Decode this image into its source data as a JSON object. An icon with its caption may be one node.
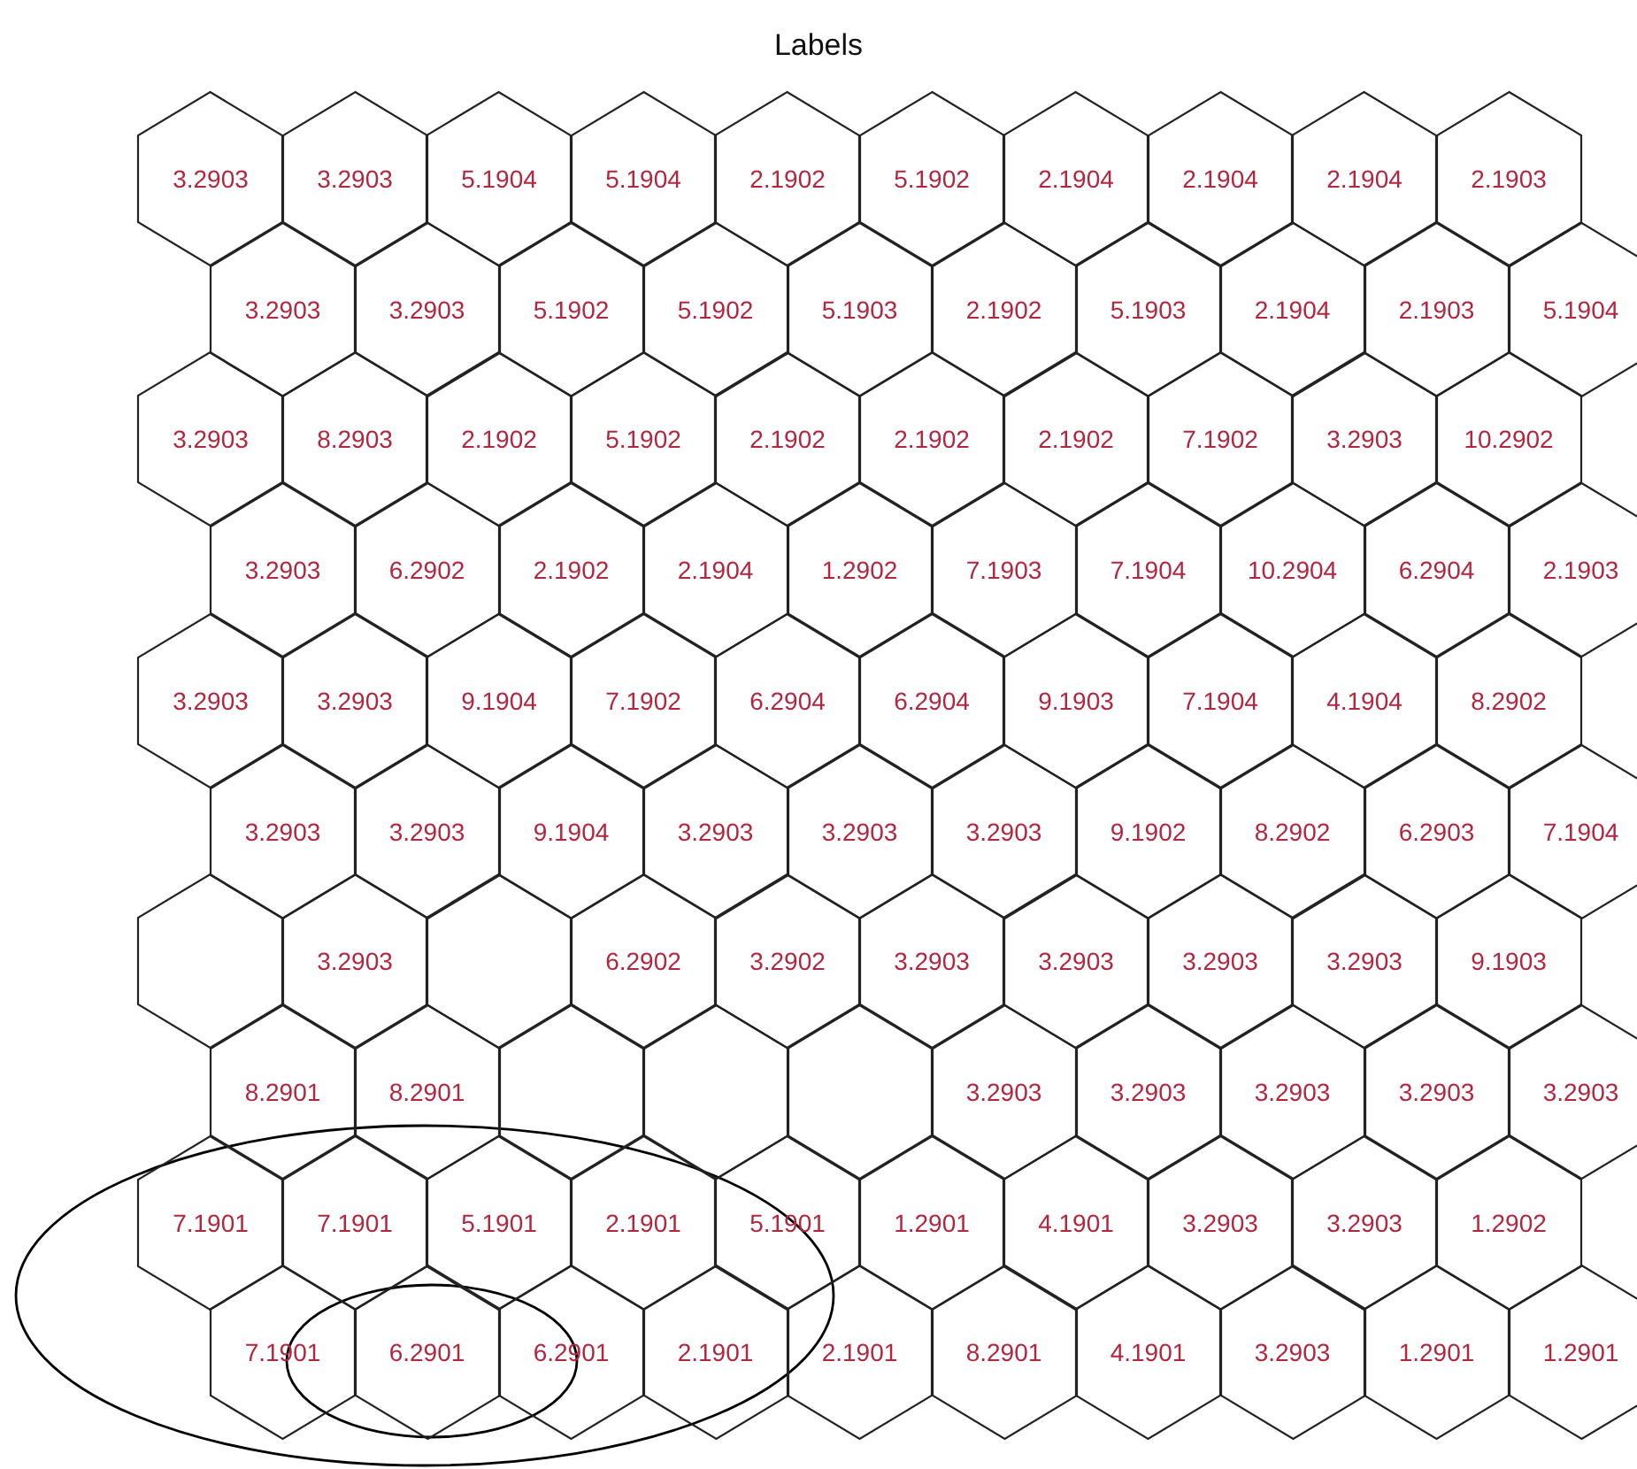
{
  "diagram": {
    "title": "Labels",
    "nodes": [
      {
        "text": [
          "3.2903"
        ]
      },
      {
        "text": [
          "3.2903"
        ]
      },
      {
        "text": [
          "5.1904"
        ]
      },
      {
        "text": [
          "5.1904"
        ]
      },
      {
        "text": [
          "2.1902"
        ]
      },
      {
        "text": [
          "5.1902"
        ]
      },
      {
        "text": [
          "2.1904"
        ]
      },
      {
        "text": [
          "2.1904"
        ]
      },
      {
        "text": [
          "2.1904"
        ]
      },
      {
        "text": [
          "2.1903"
        ]
      },
      {
        "text": [
          "3.2903"
        ]
      },
      {
        "text": [
          "3.2903"
        ]
      },
      {
        "text": [
          "5.1902"
        ]
      },
      {
        "text": [
          "5.1902"
        ]
      },
      {
        "text": [
          "5.1903"
        ]
      },
      {
        "text": [
          "2.1902"
        ]
      },
      {
        "text": [
          "5.1903"
        ]
      },
      {
        "text": [
          "2.1904"
        ]
      },
      {
        "text": [
          "2.1903"
        ]
      },
      {
        "text": [
          "5.1904"
        ]
      },
      {
        "text": [
          "3.2903"
        ]
      },
      {
        "text": [
          "8.2903"
        ]
      },
      {
        "text": [
          "2.1902"
        ]
      },
      {
        "text": [
          "5.1902"
        ]
      },
      {
        "text": [
          "2.1902"
        ]
      },
      {
        "text": [
          "2.1902"
        ]
      },
      {
        "text": [
          "2.1902"
        ]
      },
      {
        "text": [
          "7.1902"
        ]
      },
      {
        "text": [
          "3.2903"
        ]
      },
      {
        "text": [
          "10.2902"
        ]
      },
      {
        "text": [
          "3.2903"
        ]
      },
      {
        "text": [
          "6.2902"
        ]
      },
      {
        "text": [
          "2.1902"
        ]
      },
      {
        "text": [
          "2.1904"
        ]
      },
      {
        "text": [
          "1.2902"
        ]
      },
      {
        "text": [
          "7.1903"
        ]
      },
      {
        "text": [
          "7.1904"
        ]
      },
      {
        "text": [
          "10.2904"
        ]
      },
      {
        "text": [
          "6.2904"
        ]
      },
      {
        "text": [
          "2.1903"
        ]
      },
      {
        "text": [
          "3.2903"
        ]
      },
      {
        "text": [
          "3.2903"
        ]
      },
      {
        "text": [
          "9.1904"
        ]
      },
      {
        "text": [
          "7.1902"
        ]
      },
      {
        "text": [
          "6.2904"
        ]
      },
      {
        "text": [
          "6.2904"
        ]
      },
      {
        "text": [
          "9.1903"
        ]
      },
      {
        "text": [
          "7.1904"
        ]
      },
      {
        "text": [
          "4.1904"
        ]
      },
      {
        "text": [
          "8.2902"
        ]
      },
      {
        "text": [
          "3.2903"
        ]
      },
      {
        "text": [
          "3.2903"
        ]
      },
      {
        "text": [
          "9.1904"
        ]
      },
      {
        "text": [
          "3.2903"
        ]
      },
      {
        "text": [
          "3.2903"
        ]
      },
      {
        "text": [
          "3.2903"
        ]
      },
      {
        "text": [
          "9.1902"
        ]
      },
      {
        "text": [
          "8.2902"
        ]
      },
      {
        "text": [
          "6.2903"
        ]
      },
      {
        "text": [
          "7.1904"
        ]
      },
      {
        "text": [],
        "shape": "hexagon"
      },
      {
        "text": [
          "3.2903"
        ]
      },
      {
        "text": [],
        "shape": "hexagon"
      },
      {
        "text": [
          "6.2902"
        ]
      },
      {
        "text": [
          "3.2902"
        ]
      },
      {
        "text": [
          "3.2903"
        ]
      },
      {
        "text": [
          "3.2903"
        ]
      },
      {
        "text": [
          "3.2903"
        ]
      },
      {
        "text": [
          "3.2903"
        ]
      },
      {
        "text": [
          "9.1903"
        ]
      },
      {
        "text": [
          "8.2901"
        ]
      },
      {
        "text": [
          "8.2901"
        ]
      },
      {
        "text": [],
        "shape": "hexagon"
      },
      {
        "text": [],
        "shape": "hexagon"
      },
      {
        "text": [],
        "shape": "hexagon"
      },
      {
        "text": [
          "3.2903"
        ]
      },
      {
        "text": [
          "3.2903"
        ]
      },
      {
        "text": [
          "3.2903"
        ]
      },
      {
        "text": [
          "3.2903"
        ]
      },
      {
        "text": [
          "3.2903"
        ]
      },
      {
        "text": [
          "7.1901"
        ]
      },
      {
        "text": [
          "7.1901"
        ]
      },
      {
        "text": [
          "5.1901"
        ]
      },
      {
        "text": [
          "2.1901"
        ]
      },
      {
        "text": [
          "5.1901"
        ]
      },
      {
        "text": [
          "1.2901"
        ]
      },
      {
        "text": [
          "4.1901"
        ]
      },
      {
        "text": [
          "3.2903"
        ]
      },
      {
        "text": [
          "3.2903"
        ]
      },
      {
        "text": [
          "1.2902"
        ]
      },
      {
        "text": [
          "7.1901"
        ]
      },
      {
        "text": [
          "6.2901"
        ]
      },
      {
        "text": [
          "6.2901"
        ]
      },
      {
        "text": [
          "2.1901"
        ]
      },
      {
        "text": [
          "2.1901"
        ]
      },
      {
        "text": [
          "8.2901"
        ]
      },
      {
        "text": [
          "4.1901"
        ]
      },
      {
        "text": [
          "3.2903"
        ]
      },
      {
        "text": [
          "1.2901"
        ]
      },
      {
        "text": [
          "1.2901"
        ]
      }
    ]
  }
}
